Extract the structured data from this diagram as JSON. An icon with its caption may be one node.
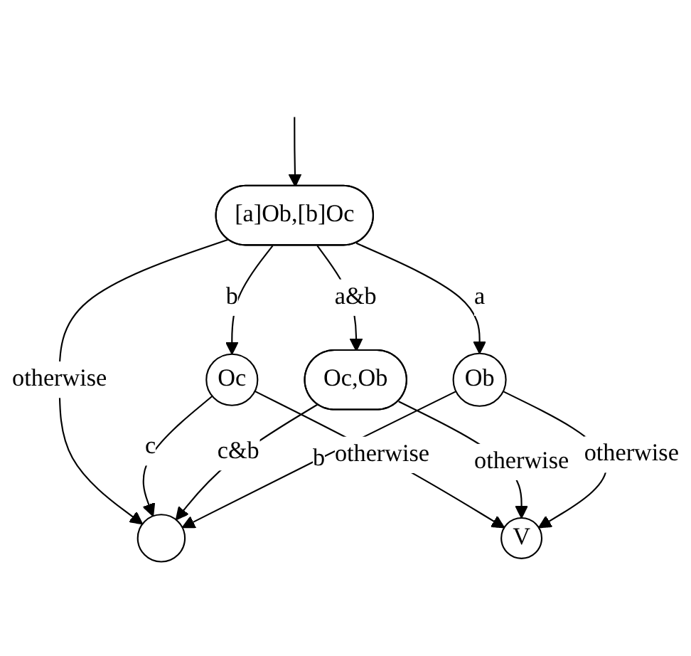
{
  "diagram": {
    "nodes": [
      {
        "text": [
          "[a]Ob,[b]Oc"
        ]
      },
      {
        "text": [
          "Oc"
        ]
      },
      {
        "text": [
          "Oc,Ob"
        ]
      },
      {
        "text": [
          "Ob"
        ]
      },
      {
        "text": [
          "V"
        ]
      },
      {
        "text": [],
        "shape": "circle"
      }
    ],
    "edges": [
      {
        "from": null,
        "to": 0,
        "arrow": "to"
      },
      {
        "from": 0,
        "to": 1,
        "label": "b",
        "arrow": "to"
      },
      {
        "from": 0,
        "to": 2,
        "label": "a&b",
        "arrow": "to"
      },
      {
        "from": 0,
        "to": 5,
        "label": "otherwise",
        "arrow": "to"
      },
      {
        "from": 0,
        "to": 3,
        "label": "a",
        "arrow": "to"
      },
      {
        "from": 1,
        "to": 5,
        "label": "c",
        "arrow": "to"
      },
      {
        "from": 1,
        "to": 4,
        "label": "otherwise",
        "arrow": "to"
      },
      {
        "from": 2,
        "to": 4,
        "label": "otherwise",
        "arrow": "to"
      },
      {
        "from": 2,
        "to": 5,
        "label": "c&b",
        "arrow": "to"
      },
      {
        "from": 3,
        "to": 4,
        "label": "otherwise",
        "arrow": "to"
      },
      {
        "from": 3,
        "to": 5,
        "label": "b",
        "arrow": "to"
      }
    ]
  }
}
